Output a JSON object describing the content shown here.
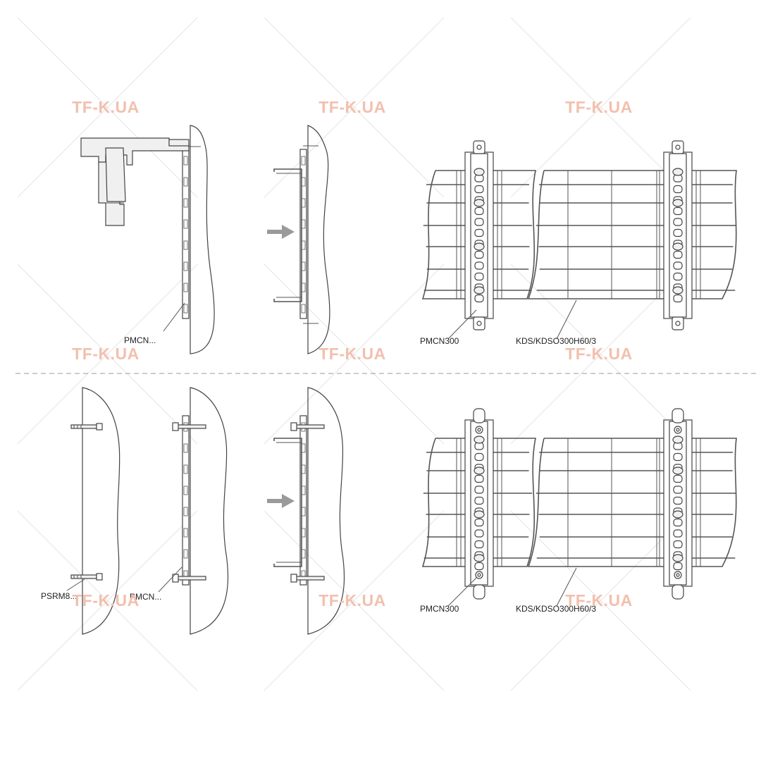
{
  "watermark": {
    "text": "TF-K.UA",
    "color": "#f2c0ae",
    "positions": [
      "top-left",
      "top-center",
      "top-right",
      "mid-left",
      "mid-center",
      "mid-right",
      "bottom-left",
      "bottom-center",
      "bottom-right"
    ]
  },
  "labels": {
    "top_wall_bracket": "PMCN...",
    "top_tray_bracket": "PMCN300",
    "top_tray": "KDS/KDSO300H60/3",
    "bottom_anchor": "PSRM8...",
    "bottom_wall_bracket": "PMCN...",
    "bottom_tray_bracket": "PMCN300",
    "bottom_tray": "KDS/KDSO300H60/3"
  },
  "colors": {
    "line": "#444444",
    "arrow": "#9a9a9a",
    "separator": "#999999",
    "diagonals": "#e4e4e4"
  },
  "icons": [
    "arrow-right-icon"
  ]
}
